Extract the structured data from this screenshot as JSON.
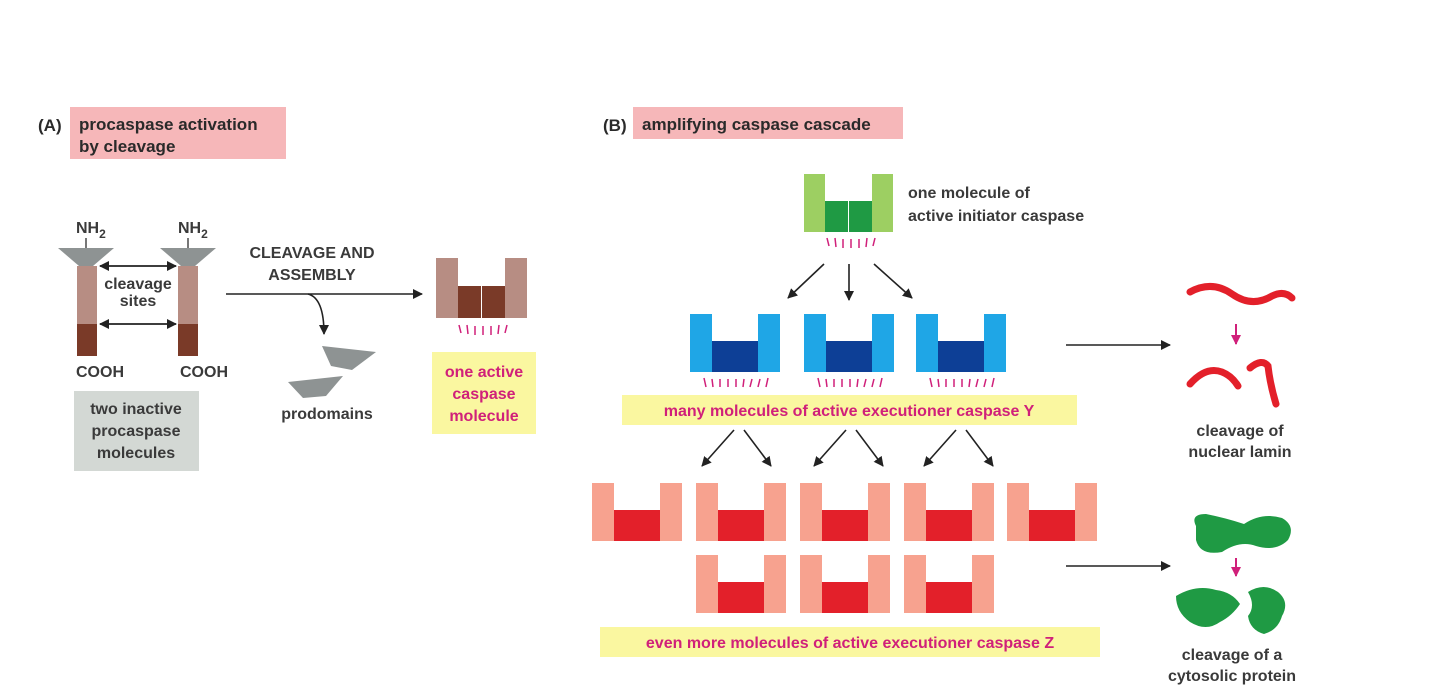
{
  "panel_a": {
    "letter": "(A)",
    "title_line1": "procaspase activation",
    "title_line2": "by cleavage",
    "nh2_left": "NH",
    "nh2_right": "NH",
    "subscript": "2",
    "cooh_left": "COOH",
    "cooh_right": "COOH",
    "cleavage_line1": "cleavage",
    "cleavage_line2": "sites",
    "arrow_line1": "CLEAVAGE AND",
    "arrow_line2": "ASSEMBLY",
    "prodomains": "prodomains",
    "inactive_line1": "two inactive",
    "inactive_line2": "procaspase",
    "inactive_line3": "molecules",
    "active_line1": "one active",
    "active_line2": "caspase",
    "active_line3": "molecule"
  },
  "panel_b": {
    "letter": "(B)",
    "title": "amplifying caspase cascade",
    "initiator_line1": "one molecule of",
    "initiator_line2": "active initiator caspase",
    "executioner_y": "many molecules of active executioner caspase Y",
    "executioner_z": "even more molecules of active executioner caspase Z",
    "lamin_line1": "cleavage of",
    "lamin_line2": "nuclear lamin",
    "cytosolic_line1": "cleavage of a",
    "cytosolic_line2": "cytosolic protein"
  },
  "colors": {
    "title_box": "#f6b7b9",
    "highlight_yellow": "#faf7a0",
    "grey_box": "#d3d8d4",
    "magenta": "#d0207a",
    "procaspase_light": "#b78d83",
    "procaspase_dark": "#7a3a28",
    "prodomain_grey": "#8e9393",
    "initiator_light": "#9dcf62",
    "initiator_dark": "#1f9a44",
    "caspase_y_light": "#1fa6e6",
    "caspase_y_dark": "#0d3f96",
    "caspase_z_light": "#f7a28f",
    "caspase_z_dark": "#e3202a",
    "lamin_red": "#e3202a",
    "cytosolic_green": "#1f9a44"
  }
}
